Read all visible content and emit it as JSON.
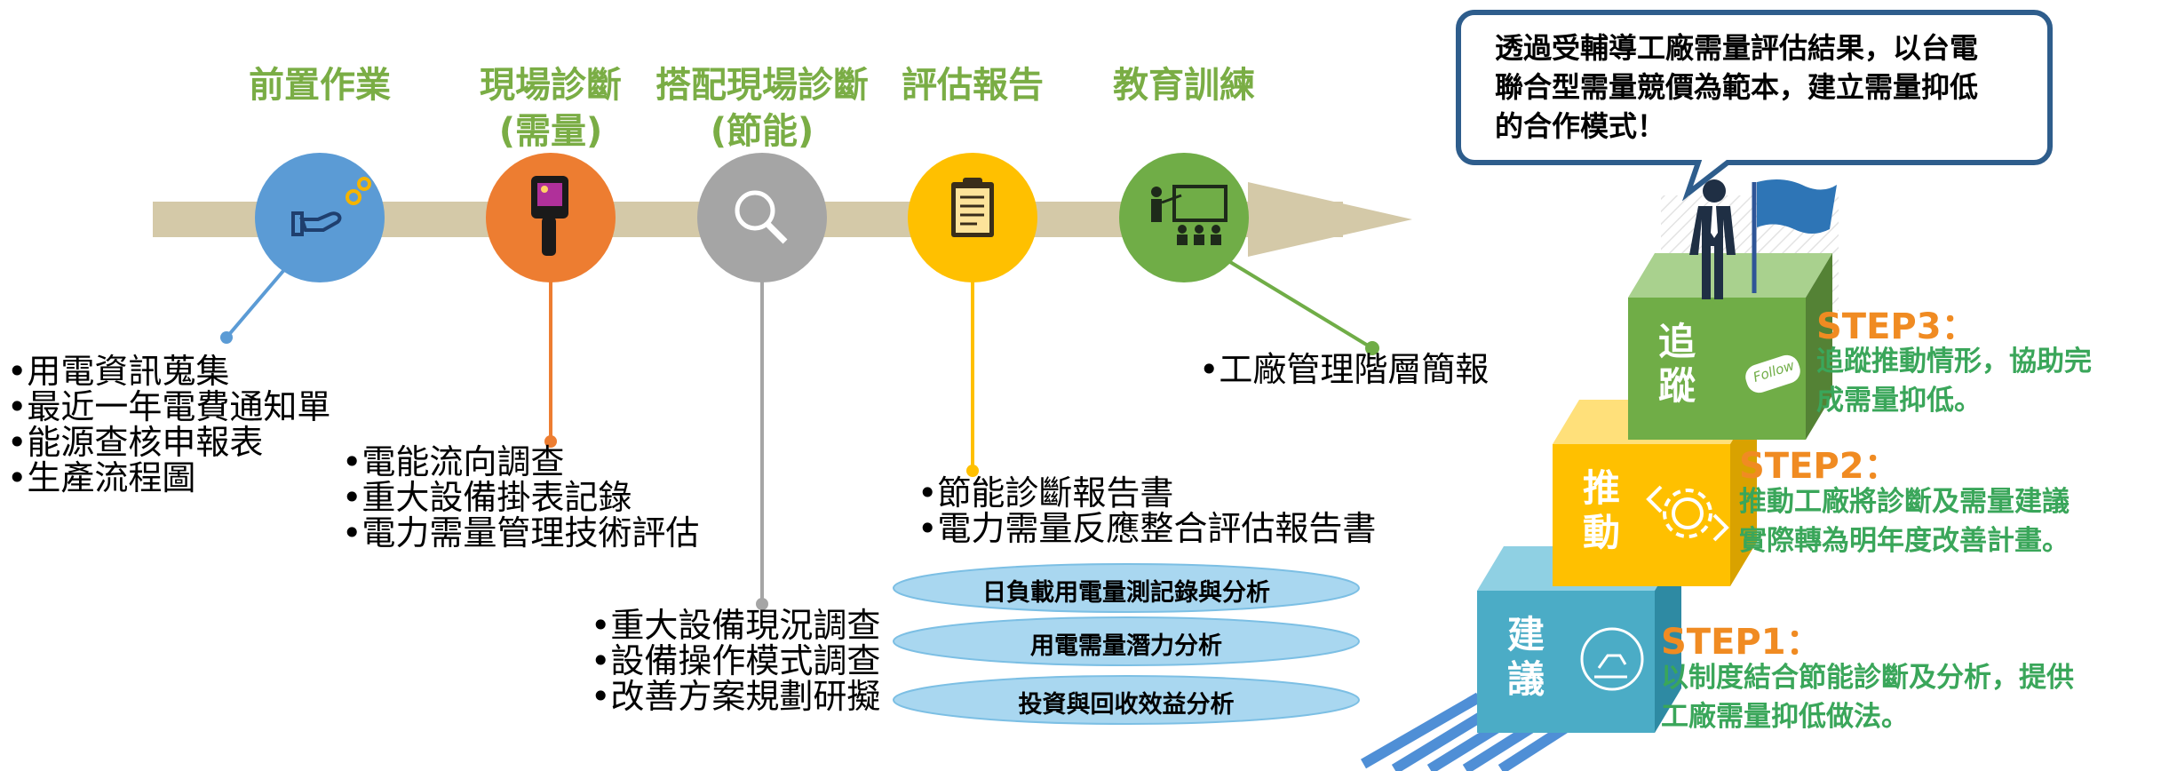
{
  "stages": [
    {
      "title_lines": [
        "前置作業"
      ],
      "icon": "hand-coins-icon",
      "bullets": [
        "•用電資訊蒐集",
        "•最近一年電費通知單",
        "•能源查核申報表",
        "•生產流程圖"
      ]
    },
    {
      "title_lines": [
        "現場診斷",
        "(需量)"
      ],
      "icon": "thermal-camera-icon",
      "bullets": [
        "•電能流向調查",
        "•重大設備掛表記錄",
        "•電力需量管理技術評估"
      ]
    },
    {
      "title_lines": [
        "搭配現場診斷",
        "(節能)"
      ],
      "icon": "magnifier-icon",
      "bullets": [
        "•重大設備現況調查",
        "•設備操作模式調查",
        "•改善方案規劃研擬"
      ]
    },
    {
      "title_lines": [
        "評估報告"
      ],
      "icon": "clipboard-report-icon",
      "bullets": [
        "•節能診斷報告書",
        "•電力需量反應整合評估報告書"
      ]
    },
    {
      "title_lines": [
        "教育訓練"
      ],
      "icon": "classroom-icon",
      "bullets": [
        "•工廠管理階層簡報"
      ]
    }
  ],
  "analysis_clouds": [
    "日負載用電量測記錄與分析",
    "用電需量潛力分析",
    "投資與回收效益分析"
  ],
  "speech_bubble": {
    "lines": [
      "透過受輔導工廠需量評估結果，以台電",
      "聯合型需量競價為範本，建立需量抑低",
      "的合作模式！"
    ]
  },
  "steps": [
    {
      "title": "STEP1：",
      "desc_lines": [
        "以制度結合節能診斷及分析，提供",
        "工廠需量抑低做法。"
      ],
      "cube_chars": [
        "建",
        "議"
      ]
    },
    {
      "title": "STEP2：",
      "desc_lines": [
        "推動工廠將診斷及需量建議",
        "實際轉為明年度改善計畫。"
      ],
      "cube_chars": [
        "推",
        "動"
      ]
    },
    {
      "title": "STEP3：",
      "desc_lines": [
        "追蹤推動情形，協助完",
        "成需量抑低。"
      ],
      "cube_chars": [
        "追",
        "蹤"
      ],
      "sign_text": "Follow"
    }
  ],
  "colors": {
    "timeline": "#d4c9a8",
    "stage1": "#5b9bd5",
    "stage2": "#ed7d31",
    "stage3": "#a5a5a5",
    "stage4": "#ffc000",
    "stage5": "#70ad47",
    "title_green": "#7aad45",
    "step_orange": "#f08b22",
    "step_green": "#3aa65a",
    "cube1": "#4bacc6",
    "cube2": "#ffc000",
    "cube3": "#70ad47",
    "bubble_border": "#2e5d8c"
  }
}
